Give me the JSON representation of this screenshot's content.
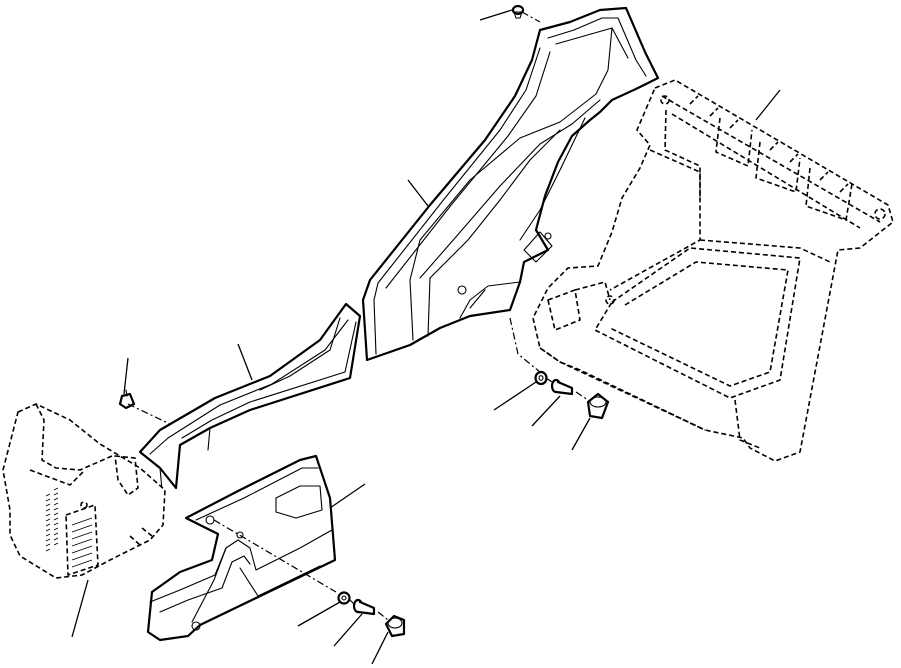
{
  "figure": {
    "kind": "exploded-parts-diagram",
    "callout_labels": [],
    "parts": [
      {
        "part": "rear-frame-panel",
        "style": "phantom-dashed"
      },
      {
        "part": "center-pillar-trim",
        "style": "solid"
      },
      {
        "part": "upper-front-trim",
        "style": "solid"
      },
      {
        "part": "lower-front-trim",
        "style": "solid"
      },
      {
        "part": "left-dash-panel",
        "style": "phantom-dashed"
      },
      {
        "part": "top-clip",
        "style": "solid"
      },
      {
        "part": "left-clip",
        "style": "solid"
      },
      {
        "part": "upper-washer",
        "style": "solid"
      },
      {
        "part": "upper-bolt",
        "style": "solid"
      },
      {
        "part": "upper-cap",
        "style": "solid"
      },
      {
        "part": "lower-washer",
        "style": "solid"
      },
      {
        "part": "lower-bolt",
        "style": "solid"
      },
      {
        "part": "lower-cap",
        "style": "solid"
      }
    ]
  }
}
